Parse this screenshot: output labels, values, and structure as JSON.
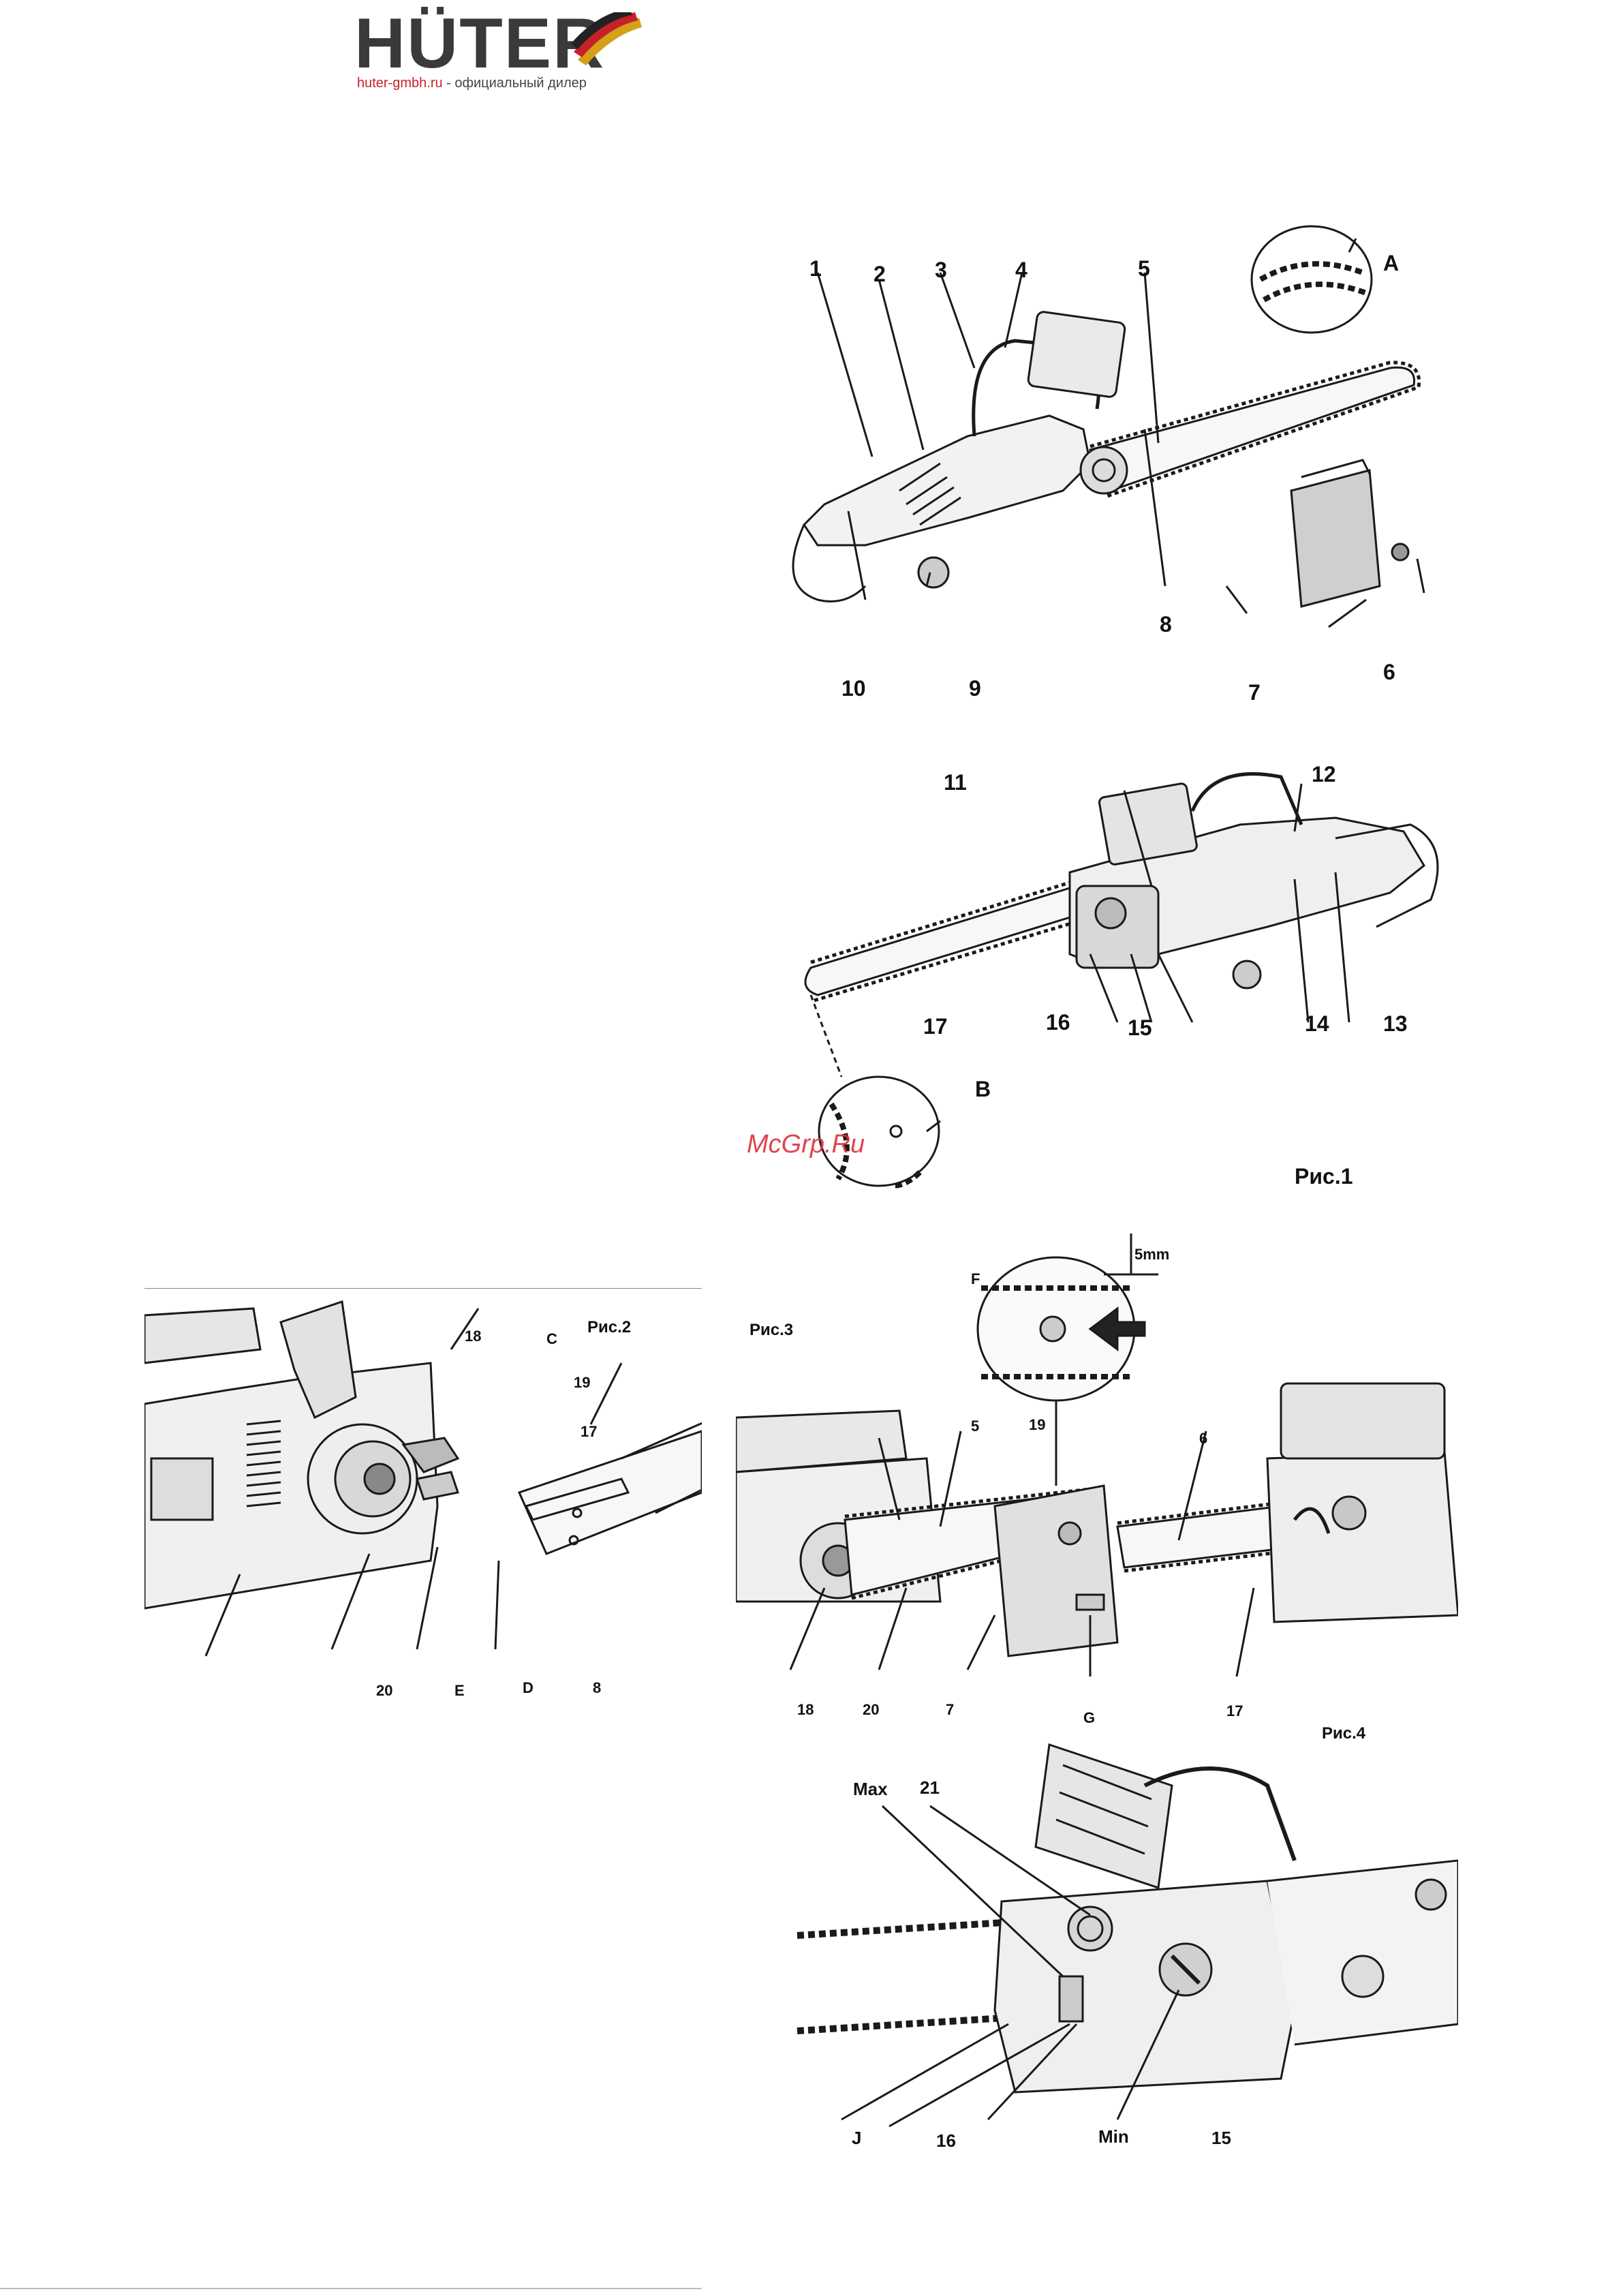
{
  "header": {
    "brand_name": "HÜTER",
    "dealer_link": "huter-gmbh.ru",
    "dealer_text": " - официальный дилер"
  },
  "watermark": "McGrp.Ru",
  "figure1": {
    "caption": "Рис.1",
    "labels": [
      "1",
      "2",
      "3",
      "4",
      "5",
      "A",
      "8",
      "7",
      "6",
      "9",
      "10",
      "11",
      "12",
      "17",
      "16",
      "15",
      "14",
      "13",
      "B"
    ]
  },
  "figure2": {
    "caption": "Рис.2",
    "labels": [
      "18",
      "C",
      "19",
      "17",
      "20",
      "E",
      "D",
      "8"
    ]
  },
  "figure3": {
    "caption": "Рис.3",
    "labels": [
      "F",
      "5mm",
      "5",
      "19",
      "6",
      "18",
      "20",
      "7",
      "G",
      "17"
    ]
  },
  "figure4": {
    "caption": "Рис.4",
    "labels": [
      "Max",
      "21",
      "J",
      "16",
      "Min",
      "15"
    ]
  },
  "colors": {
    "accent_red": "#c8202a",
    "line": "#1a1a1a",
    "shade": "#8a8a8a"
  }
}
